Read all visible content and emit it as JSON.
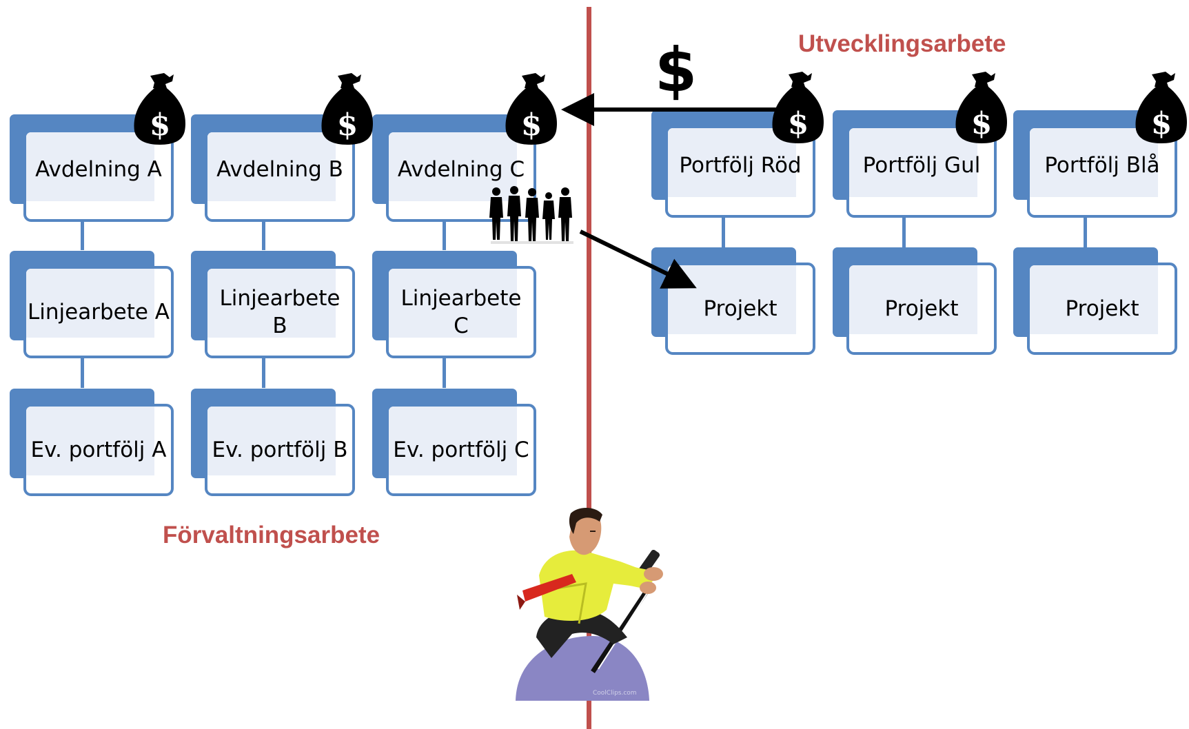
{
  "zones": {
    "development_label": "Utvecklingsarbete",
    "maintenance_label": "Förvaltningsarbete"
  },
  "money_symbol": "$",
  "departments": [
    {
      "title": "Avdelning A",
      "line_work": "Linjearbete A",
      "portfolio": "Ev. portfölj A"
    },
    {
      "title": "Avdelning B",
      "line_work": "Linjearbete B",
      "portfolio": "Ev. portfölj B"
    },
    {
      "title": "Avdelning C",
      "line_work": "Linjearbete C",
      "portfolio": "Ev. portfölj C"
    }
  ],
  "portfolios": [
    {
      "title": "Portfölj Röd",
      "project": "Projekt"
    },
    {
      "title": "Portfölj Gul",
      "project": "Projekt"
    },
    {
      "title": "Portfölj Blå",
      "project": "Projekt"
    }
  ],
  "clipart_credit": "CoolClips.com",
  "colors": {
    "box_blue": "#5586c2",
    "box_tint": "#e9eef7",
    "accent_red": "#c0504d",
    "figure_shirt": "#e6ec3c",
    "seat_purple": "#8a86c4"
  },
  "icons": [
    "money-bag-icon",
    "people-group-icon",
    "arrow-icon",
    "rowing-man-illustration"
  ]
}
